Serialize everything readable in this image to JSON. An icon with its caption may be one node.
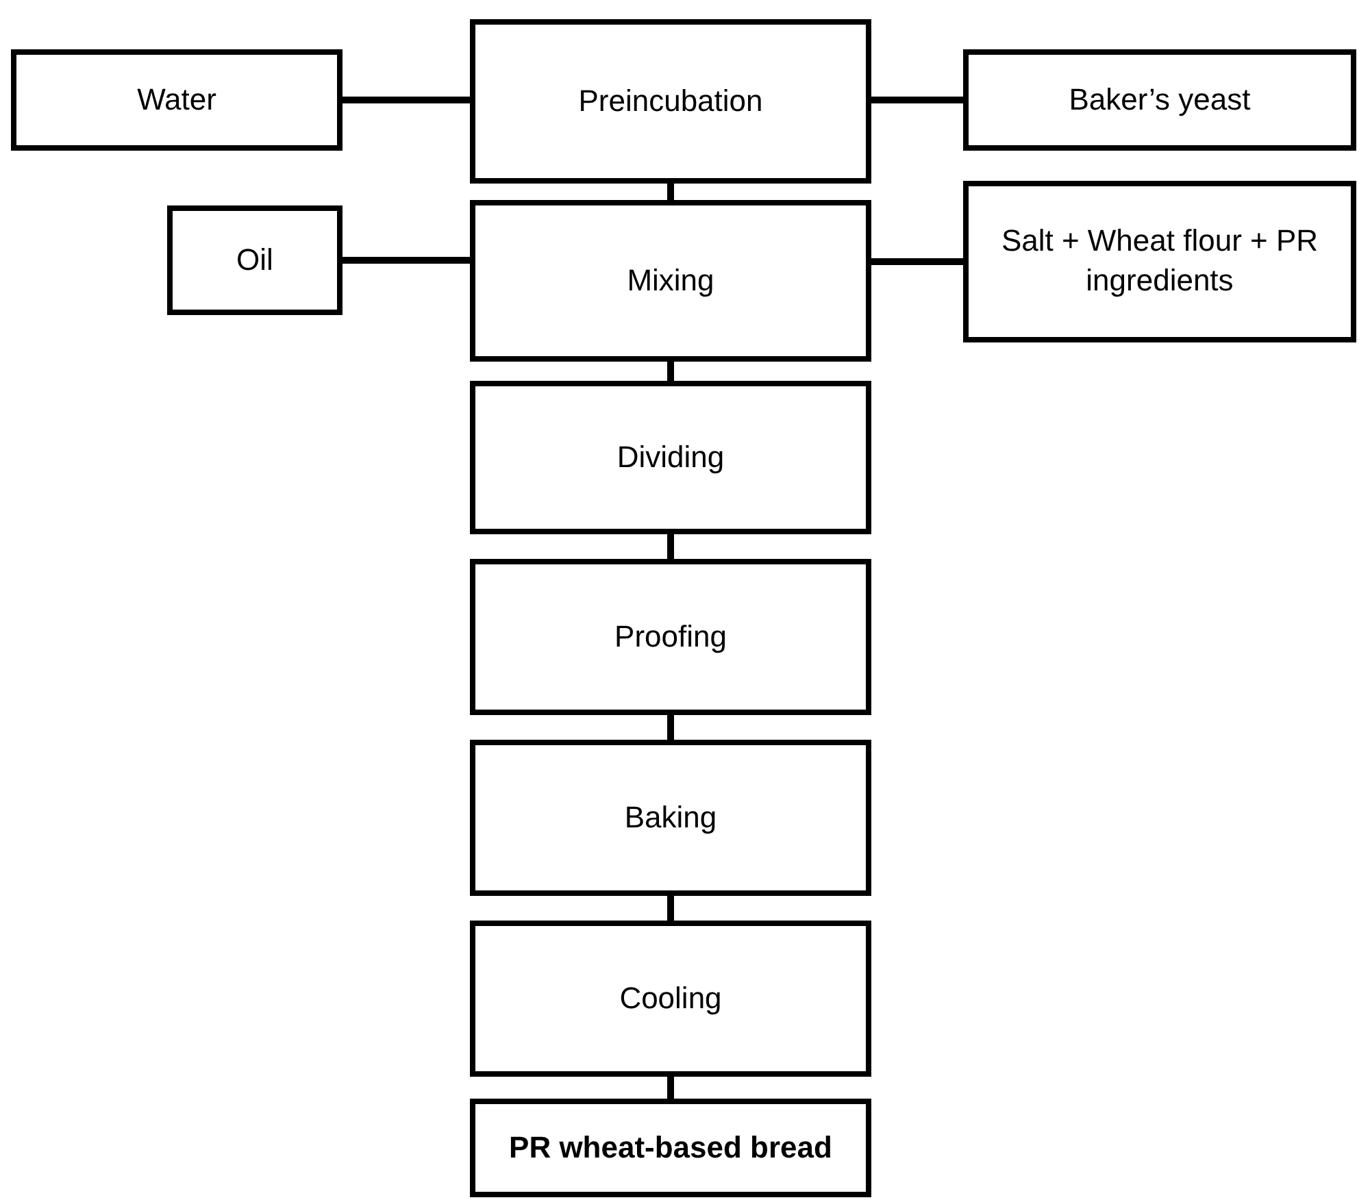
{
  "diagram": {
    "nodes": [
      {
        "text": [
          "Water"
        ]
      },
      {
        "text": [
          "Preincubation"
        ]
      },
      {
        "text": [
          "Baker’s yeast"
        ]
      },
      {
        "text": [
          "Oil"
        ]
      },
      {
        "text": [
          "Mixing"
        ]
      },
      {
        "text": [
          "Salt + Wheat flour + PR ingredients"
        ]
      },
      {
        "text": [
          "Dividing"
        ]
      },
      {
        "text": [
          "Proofing"
        ]
      },
      {
        "text": [
          "Baking"
        ]
      },
      {
        "text": [
          "Cooling"
        ]
      },
      {
        "text": [
          "PR wheat-based bread"
        ]
      }
    ],
    "edges": [
      {
        "from": 0,
        "to": 1,
        "arrow": "none"
      },
      {
        "from": 2,
        "to": 1,
        "arrow": "none"
      },
      {
        "from": 1,
        "to": 4,
        "arrow": "none"
      },
      {
        "from": 3,
        "to": 4,
        "arrow": "none"
      },
      {
        "from": 5,
        "to": 4,
        "arrow": "none"
      },
      {
        "from": 4,
        "to": 6,
        "arrow": "none"
      },
      {
        "from": 6,
        "to": 7,
        "arrow": "none"
      },
      {
        "from": 7,
        "to": 8,
        "arrow": "none"
      },
      {
        "from": 8,
        "to": 9,
        "arrow": "none"
      },
      {
        "from": 9,
        "to": 10,
        "arrow": "none"
      }
    ]
  }
}
